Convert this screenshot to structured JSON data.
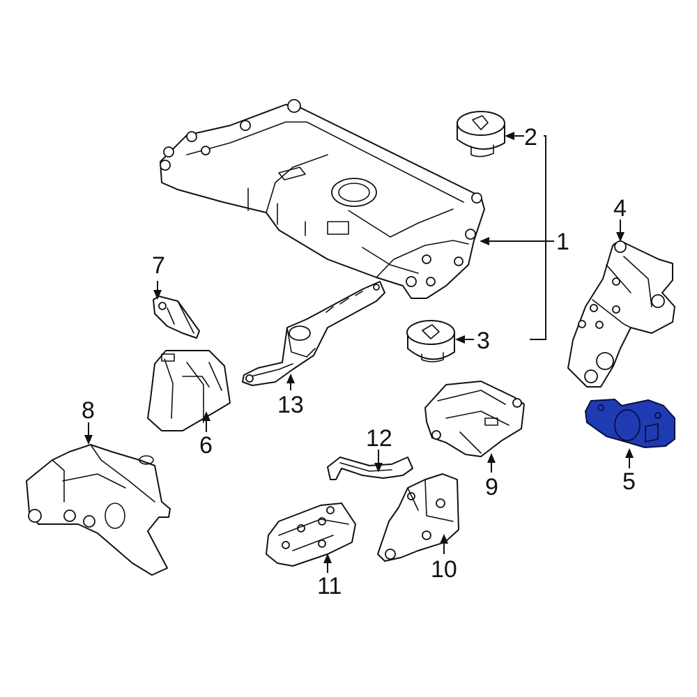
{
  "diagram": {
    "highlight_color": "#1f3bb3",
    "callouts": {
      "c1": "1",
      "c2": "2",
      "c3": "3",
      "c4": "4",
      "c5": "5",
      "c6": "6",
      "c7": "7",
      "c8": "8",
      "c9": "9",
      "c10": "10",
      "c11": "11",
      "c12": "12",
      "c13": "13"
    },
    "highlighted_part": "5"
  }
}
